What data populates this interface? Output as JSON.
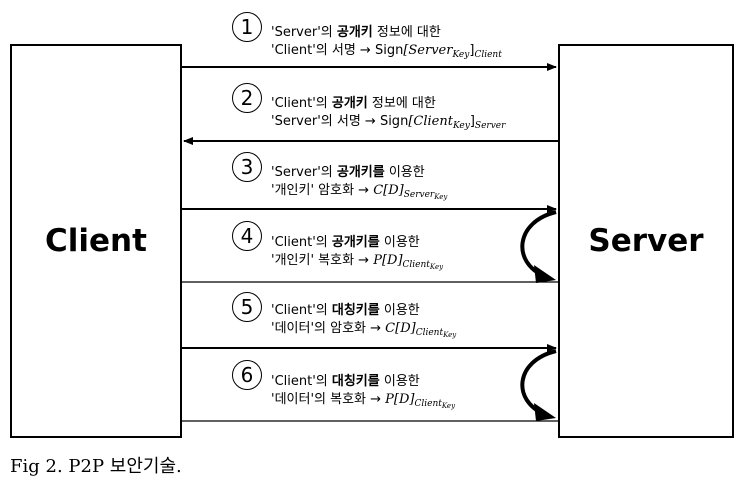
{
  "client_label": "Client",
  "server_label": "Server",
  "steps": [
    {
      "num": "1",
      "line1_pre": "'Server'의 ",
      "line1_bold": "공개키",
      "line1_post": " 정보에 대한",
      "line2_pre": "'Client'의 서명 → Sign",
      "line2_main": "[Server",
      "line2_sub": "Key",
      "line2_end": "]",
      "line2_tail": "Client"
    },
    {
      "num": "2",
      "line1_pre": "'Client'의 ",
      "line1_bold": "공개키",
      "line1_post": " 정보에 대한",
      "line2_pre": "'Server'의 서명 → Sign",
      "line2_main": "[Client",
      "line2_sub": "Key",
      "line2_end": "]",
      "line2_tail": "Server"
    },
    {
      "num": "3",
      "line1_pre": "'Server'의 ",
      "line1_bold": "공개키를",
      "line1_post": " 이용한",
      "line2_pre": "'개인키' 암호화 → ",
      "line2_main": "C[D]",
      "line2_sub": "Server",
      "line2_end": "",
      "line2_tail": "Key"
    },
    {
      "num": "4",
      "line1_pre": "'Client'의 ",
      "line1_bold": "공개키를",
      "line1_post": " 이용한",
      "line2_pre": "'개인키' 복호화 → ",
      "line2_main": "P[D]",
      "line2_sub": "Client",
      "line2_end": "",
      "line2_tail": "Key"
    },
    {
      "num": "5",
      "line1_pre": "'Client'의 ",
      "line1_bold": "대칭키를",
      "line1_post": " 이용한",
      "line2_pre": "'데이터'의 암호화 → ",
      "line2_main": "C[D]",
      "line2_sub": "Client",
      "line2_end": "",
      "line2_tail": "Key"
    },
    {
      "num": "6",
      "line1_pre": "'Client'의 ",
      "line1_bold": "대칭키를",
      "line1_post": " 이용한",
      "line2_pre": "'데이터'의 복호화 → ",
      "line2_main": "P[D]",
      "line2_sub": "Client",
      "line2_end": "",
      "line2_tail": "Key"
    }
  ],
  "caption": "Fig 2. P2P  보안기술."
}
